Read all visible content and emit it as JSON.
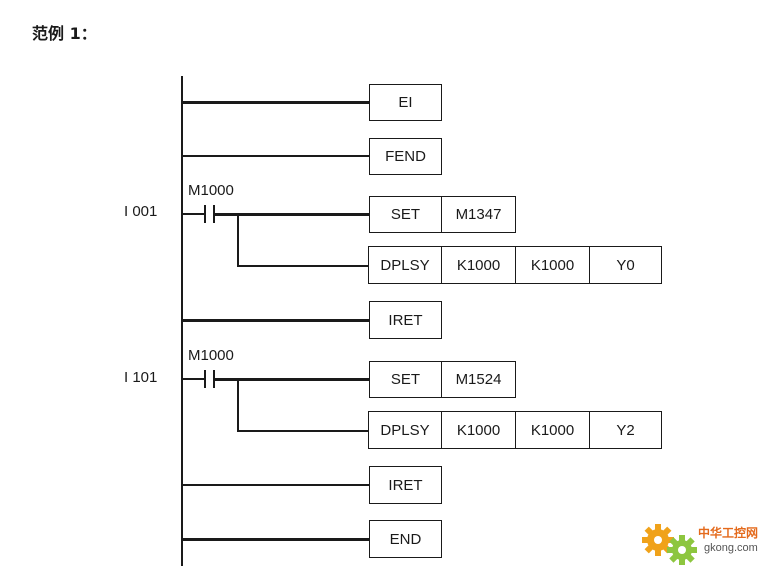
{
  "heading": "范例 1：",
  "rungs": {
    "r1": {
      "instr": "EI"
    },
    "r2": {
      "instr": "FEND"
    },
    "r3": {
      "pointer": "I 001",
      "contact": "M1000",
      "set": {
        "op": "SET",
        "arg": "M1347"
      },
      "pulse": {
        "op": "DPLSY",
        "a1": "K1000",
        "a2": "K1000",
        "a3": "Y0"
      }
    },
    "r4": {
      "instr": "IRET"
    },
    "r5": {
      "pointer": "I 101",
      "contact": "M1000",
      "set": {
        "op": "SET",
        "arg": "M1524"
      },
      "pulse": {
        "op": "DPLSY",
        "a1": "K1000",
        "a2": "K1000",
        "a3": "Y2"
      }
    },
    "r6": {
      "instr": "IRET"
    },
    "r7": {
      "instr": "END"
    }
  },
  "watermark": {
    "title": "中华工控网",
    "site": "gkong.com"
  }
}
